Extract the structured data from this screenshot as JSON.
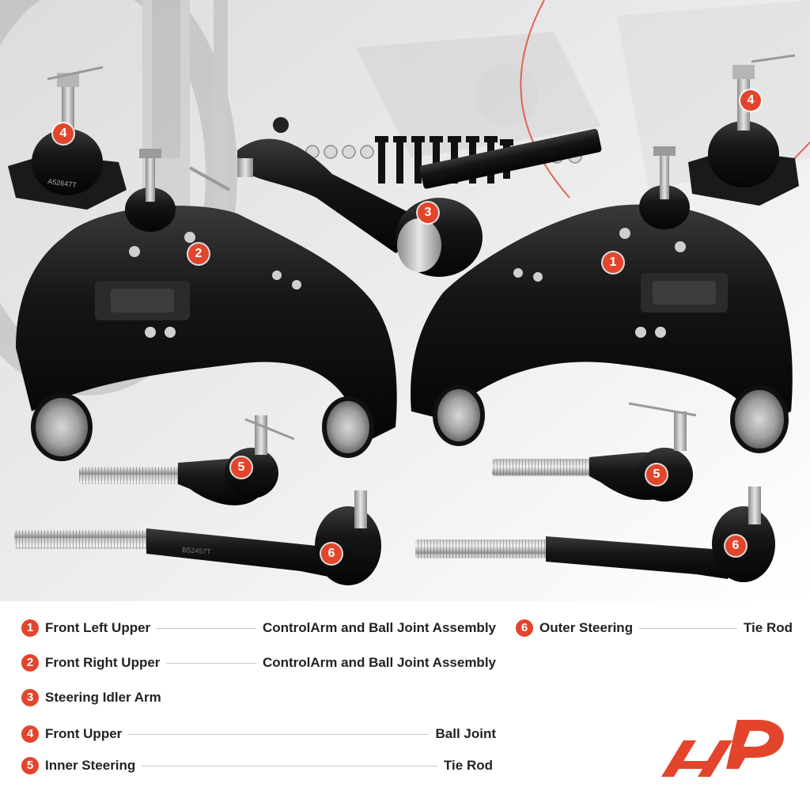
{
  "colors": {
    "accent": "#e2452c",
    "text": "#222222",
    "part": "#151515",
    "background": "#ffffff"
  },
  "markers": [
    {
      "id": "1",
      "label": "1"
    },
    {
      "id": "2",
      "label": "2"
    },
    {
      "id": "3",
      "label": "3"
    },
    {
      "id": "4a",
      "label": "4"
    },
    {
      "id": "4b",
      "label": "4"
    },
    {
      "id": "5a",
      "label": "5"
    },
    {
      "id": "5b",
      "label": "5"
    },
    {
      "id": "6a",
      "label": "6"
    },
    {
      "id": "6b",
      "label": "6"
    }
  ],
  "legend": [
    {
      "num": "1",
      "left": "Front Left Upper",
      "right": "ControlArm and Ball Joint Assembly"
    },
    {
      "num": "2",
      "left": "Front Right Upper",
      "right": "ControlArm and Ball Joint Assembly"
    },
    {
      "num": "3",
      "left": "Steering Idler Arm",
      "right": ""
    },
    {
      "num": "4",
      "left": "Front Upper",
      "right": "Ball Joint"
    },
    {
      "num": "5",
      "left": "Inner Steering",
      "right": "Tie Rod"
    },
    {
      "num": "6",
      "left": "Outer Steering",
      "right": "Tie Rod"
    }
  ],
  "parts": [
    {
      "name": "ball-joint",
      "stamp": "A52647T"
    },
    {
      "name": "tie-rod",
      "stamp": "B52457T"
    }
  ],
  "logo": {
    "icon": "a-premium-logo-icon"
  }
}
